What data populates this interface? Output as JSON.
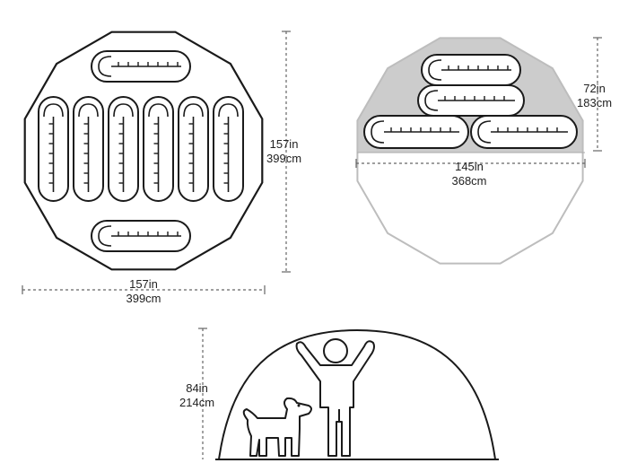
{
  "colors": {
    "line": "#1a1a1a",
    "tent_outline": "#bdbdbd",
    "vestibule_fill": "#cccccc",
    "dimension_line": "#666666",
    "background": "#ffffff"
  },
  "floorplan_full": {
    "shape": "dodecagon",
    "sleeping_bags": 8,
    "width": {
      "imperial": "157in",
      "metric": "399cm"
    },
    "depth": {
      "imperial": "157in",
      "metric": "399cm"
    }
  },
  "floorplan_vestibule": {
    "shape": "dodecagon",
    "sleeping_bags": 4,
    "width": {
      "imperial": "145in",
      "metric": "368cm"
    },
    "depth": {
      "imperial": "72in",
      "metric": "183cm"
    }
  },
  "side_profile": {
    "figures": [
      "person-arms-raised",
      "dog"
    ],
    "height": {
      "imperial": "84in",
      "metric": "214cm"
    }
  }
}
